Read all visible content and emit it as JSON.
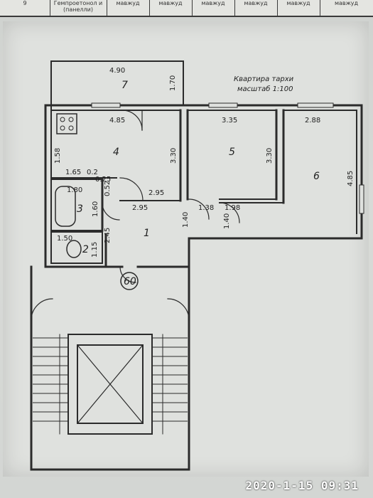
{
  "table": {
    "cells": [
      "9",
      "Гемпроетонол и (панелли)",
      "мавжуд",
      "мавжуд",
      "мавжуд",
      "мавжуд",
      "мавжуд",
      "мавжуд"
    ]
  },
  "plan": {
    "title_line1": "Квартира тархи",
    "title_line2": "масштаб 1:100",
    "rooms": {
      "r1": "1",
      "r2": "2",
      "r3": "3",
      "r4": "4",
      "r5": "5",
      "r6": "6",
      "r7": "7"
    },
    "dimensions": {
      "balcony_width": "4.90",
      "balcony_depth": "1.70",
      "kitchen_width": "4.85",
      "kitchen_depth": "3.30",
      "kitchen_small": "1.58",
      "room5_width": "3.35",
      "room5_depth": "3.30",
      "room6_width": "2.88",
      "room6_depth": "4.85",
      "bath_width": "1.65",
      "bath_width2": "1.80",
      "bath_a": "0.2",
      "bath_b": "0.25",
      "bath_c": "0.52",
      "bath_depth": "1.60",
      "hall_a": "2.95",
      "hall_b": "2.95",
      "hall_c": "1.40",
      "corr_a": "1.38",
      "corr_b": "1.98",
      "corr_c": "1.40",
      "wc_width": "1.50",
      "wc_depth": "1.15",
      "wc_side": "2.45"
    },
    "apartment_number": "60"
  },
  "timestamp": "2020-1-15 09:31"
}
